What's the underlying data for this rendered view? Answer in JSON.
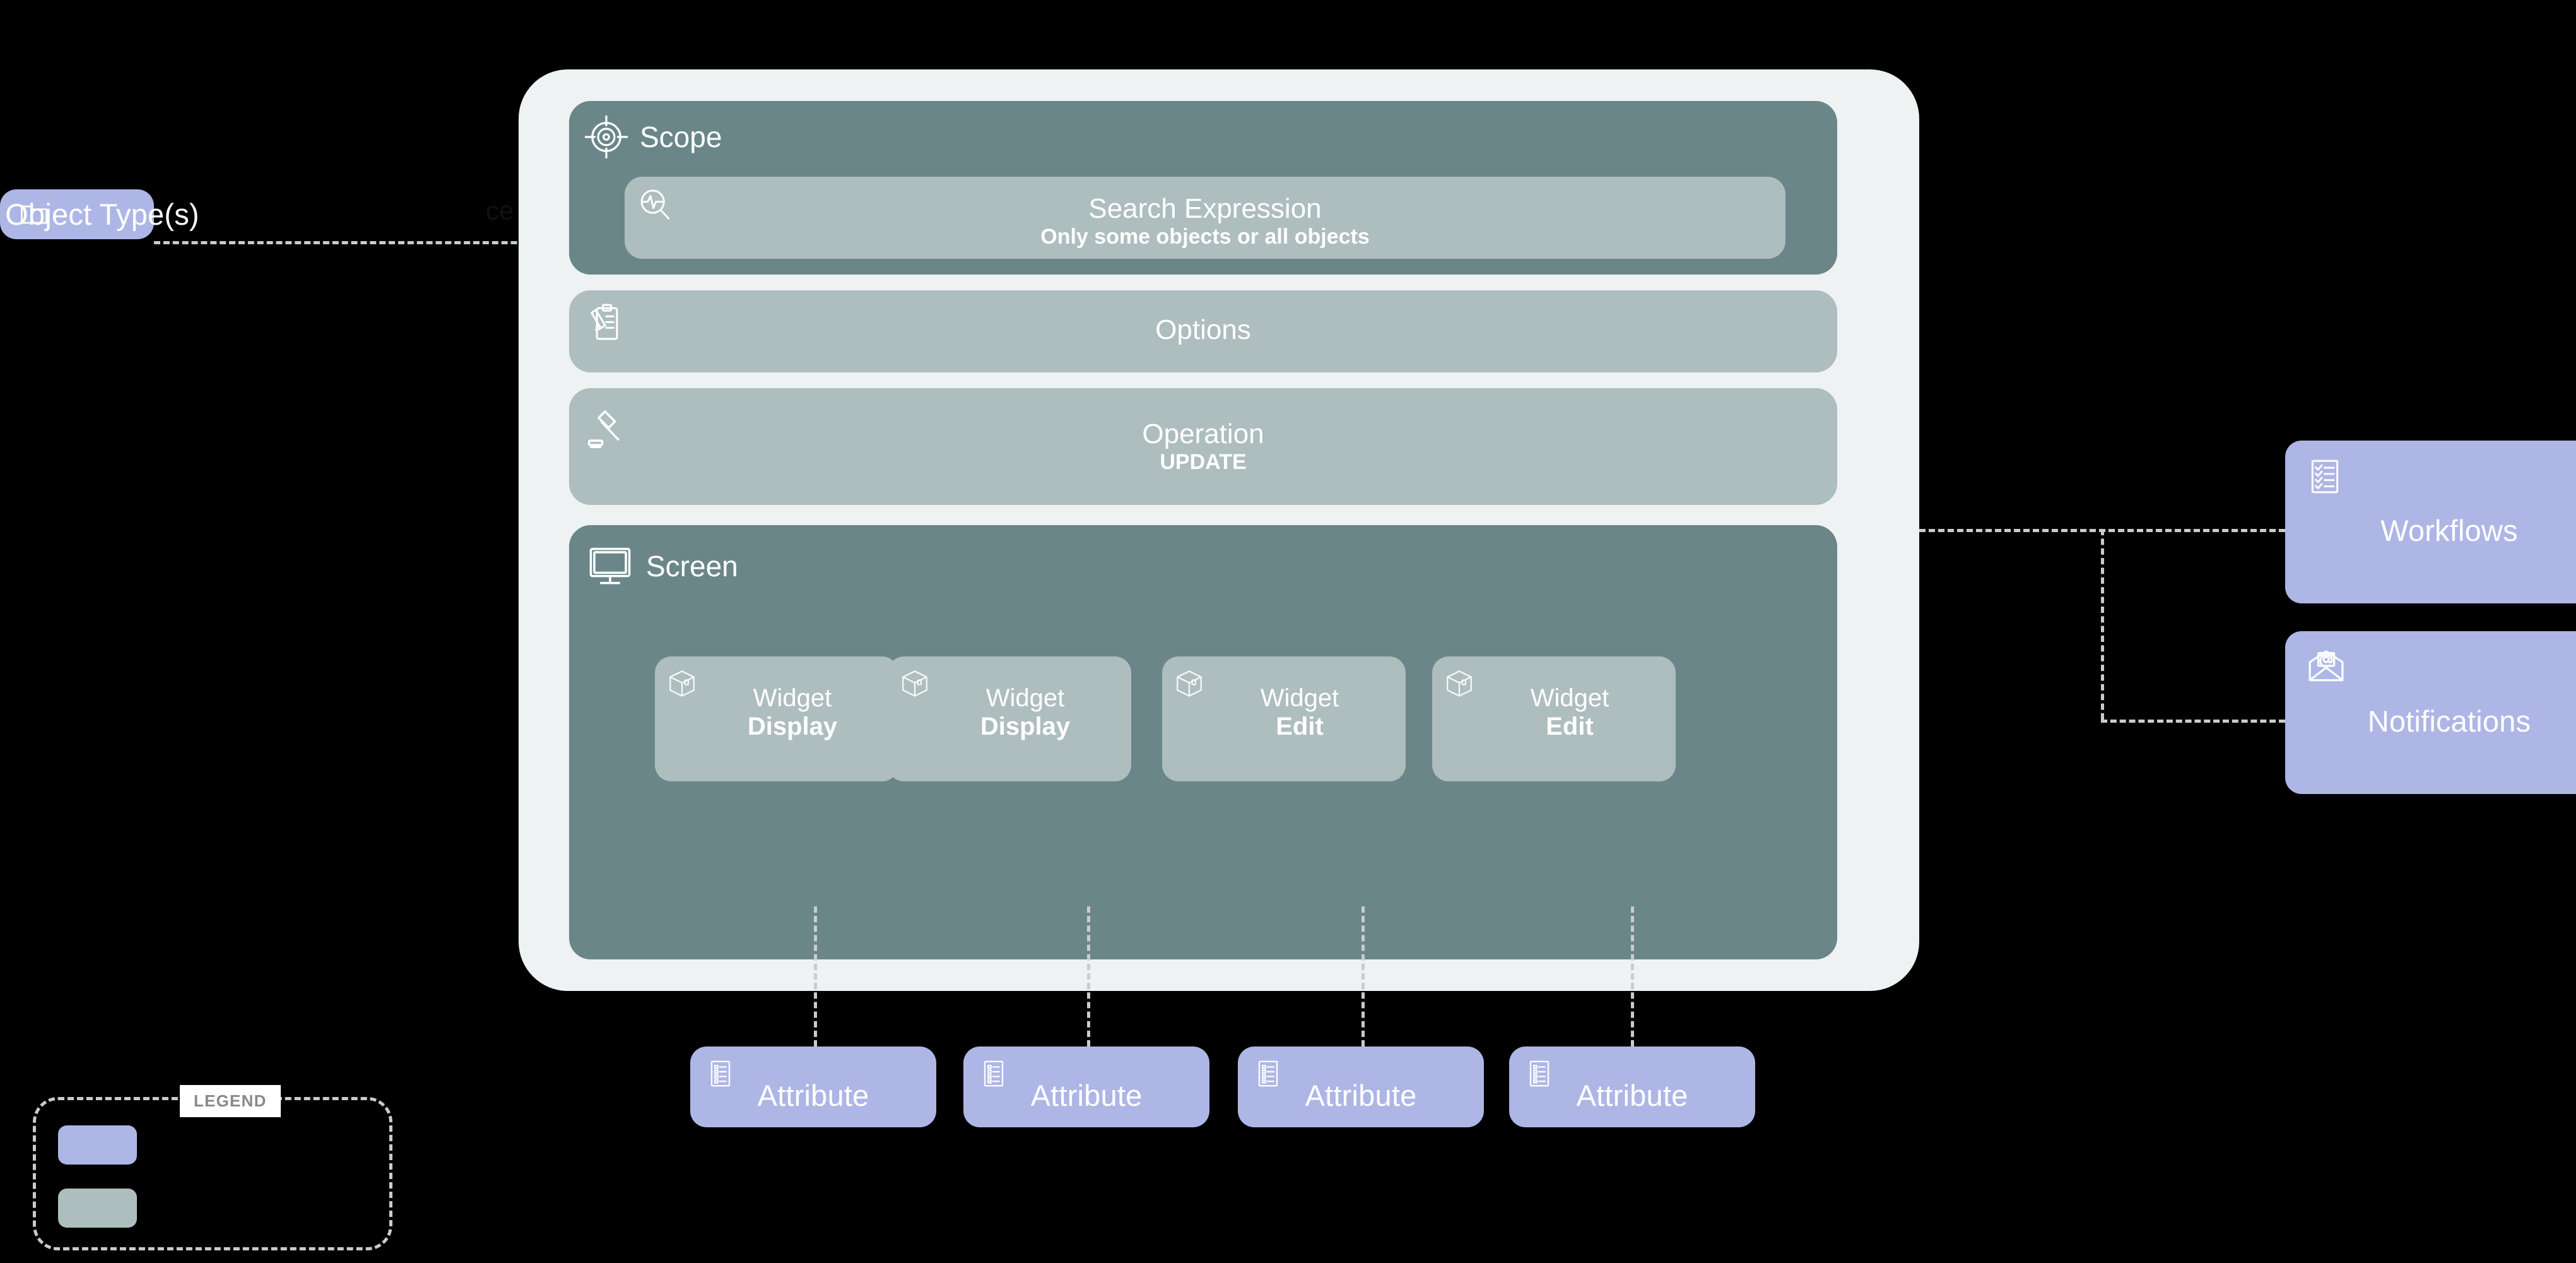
{
  "diagram": {
    "background_color": "#000000",
    "colors": {
      "periwinkle": "#aeb6e5",
      "dark_teal": "#6b8689",
      "light_sage": "#aebdbd",
      "container_bg": "#eff2f3",
      "connector": "#c9ccce"
    },
    "clipped_caption": "ce"
  },
  "object_type_node": {
    "label": "Object Type(s)",
    "icon": "folder-icon"
  },
  "action_container": {
    "scope": {
      "title": "Scope",
      "icon": "target-icon",
      "search_expression": {
        "icon": "search-pulse-icon",
        "title": "Search Expression",
        "subtitle": "Only some objects or all objects"
      }
    },
    "options": {
      "title": "Options",
      "icon": "clipboard-pencil-icon"
    },
    "operation": {
      "title": "Operation",
      "value": "UPDATE",
      "icon": "gavel-icon"
    },
    "screen": {
      "title": "Screen",
      "icon": "monitor-icon",
      "widgets": [
        {
          "name": "Widget",
          "mode": "Display",
          "icon": "package-icon"
        },
        {
          "name": "Widget",
          "mode": "Display",
          "icon": "package-icon"
        },
        {
          "name": "Widget",
          "mode": "Edit",
          "icon": "package-icon"
        },
        {
          "name": "Widget",
          "mode": "Edit",
          "icon": "package-icon"
        }
      ]
    }
  },
  "attributes": [
    {
      "label": "Attribute",
      "icon": "list-icon"
    },
    {
      "label": "Attribute",
      "icon": "list-icon"
    },
    {
      "label": "Attribute",
      "icon": "list-icon"
    },
    {
      "label": "Attribute",
      "icon": "list-icon"
    }
  ],
  "side_nodes": [
    {
      "label": "Workflows",
      "icon": "checklist-icon"
    },
    {
      "label": "Notifications",
      "icon": "envelope-at-icon"
    }
  ],
  "legend": {
    "title": "LEGEND",
    "items": [
      {
        "swatch_color": "#aeb6e5",
        "label": ""
      },
      {
        "swatch_color": "#aebdbd",
        "label": ""
      }
    ]
  }
}
